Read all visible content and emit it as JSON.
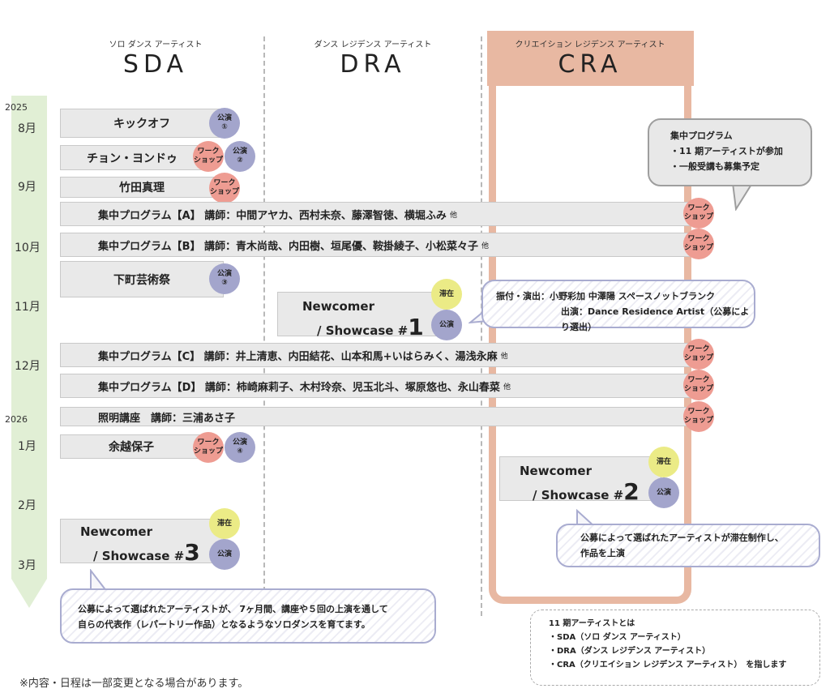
{
  "columns": [
    {
      "sub": "ソロ ダンス アーティスト",
      "title": "SDA"
    },
    {
      "sub": "ダンス レジデンス アーティスト",
      "title": "DRA"
    },
    {
      "sub": "クリエイション レジデンス アーティスト",
      "title": "CRA"
    }
  ],
  "timeline": {
    "years": [
      "2025",
      "2026"
    ],
    "months": [
      "8月",
      "9月",
      "10月",
      "11月",
      "12月",
      "1月",
      "2月",
      "3月"
    ]
  },
  "badges": {
    "perf": "公演",
    "ws_line1": "ワーク",
    "ws_line2": "ショップ",
    "residency": "滞在",
    "n1": "①",
    "n2": "②",
    "n3": "③",
    "n4": "④"
  },
  "events": {
    "kickoff": "キックオフ",
    "jeong": "チョン・ヨンドゥ",
    "takeda": "竹田真理",
    "prog_a": "集中プログラム【A】 講師：中間アヤカ、西村未奈、藤澤智徳、横堀ふみ",
    "prog_b": "集中プログラム【B】 講師：青木尚哉、内田樹、垣尾優、鞍掛綾子、小松菜々子",
    "shitamachi": "下町芸術祭",
    "prog_c": "集中プログラム【C】 講師：井上清恵、内田結花、山本和馬+いはらみく、湯浅永麻",
    "prog_d": "集中プログラム【D】 講師：柿崎麻莉子、木村玲奈、児玉北斗、塚原悠也、永山春菜",
    "lighting": "照明講座　講師：三浦あさ子",
    "yogoshi": "余越保子",
    "etc": "他"
  },
  "showcase": {
    "line1": "Newcomer",
    "line2": "/ Showcase #",
    "n1": "1",
    "n2": "2",
    "n3": "3"
  },
  "notes": {
    "intensive": [
      "集中プログラム",
      "・11 期アーティストが参加",
      "・一般受講も募集予定"
    ],
    "showcase1": [
      "振付・演出：小野彩加 中澤陽 スペースノットブランク",
      "出演：Dance Residence Artist（公募により選出）"
    ],
    "showcase2": [
      "公募によって選ばれたアーティストが滞在制作し、",
      "作品を上演"
    ],
    "sda": [
      "公募によって選ばれたアーティストが、 7ヶ月間、講座や５回の上演を通して",
      "自らの代表作（レパートリー作品）となるようなソロダンスを育てます。"
    ],
    "legend": [
      "11 期アーティストとは",
      "・SDA（ソロ ダンス アーティスト）",
      "・DRA（ダンス レジデンス アーティスト）",
      "・CRA（クリエイション レジデンス アーティスト）　を指します"
    ]
  },
  "footnote": "※内容・日程は一部変更となる場合があります。",
  "colors": {
    "timeline": "#e1efd5",
    "cra": "#e8b8a2",
    "performance": "#a3a5cc",
    "workshop": "#ee9c92",
    "residency": "#ebeb86",
    "bar": "#e9e9e9"
  }
}
